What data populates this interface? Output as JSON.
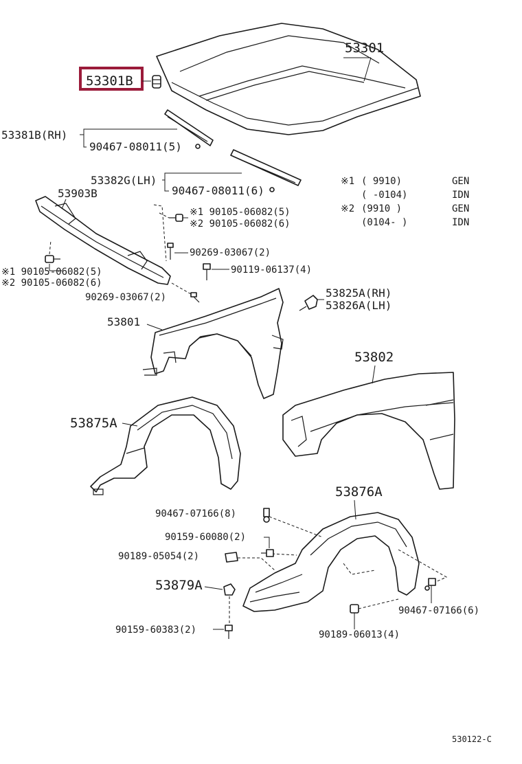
{
  "labels": {
    "hood": "53301",
    "hood_bumper": "53301B",
    "seal_rh": "53381B(RH)",
    "seal_rh_clip": "90467-08011(5)",
    "seal_lh": "53382G(LH)",
    "seal_lh_clip": "90467-08011(6)",
    "support": "53903B",
    "bolt_a1": "※1 90105-06082(5)",
    "bolt_a2": "※2 90105-06082(6)",
    "screw_a": "90269-03067(2)",
    "bolt_b": "90119-06137(4)",
    "bolt_c1": "※1 90105-06082(5)",
    "bolt_c2": "※2 90105-06082(6)",
    "screw_b": "90269-03067(2)",
    "bracket_rh": "53825A(RH)",
    "bracket_lh": "53826A(LH)",
    "fender_front": "53801",
    "fender_rear": "53802",
    "liner_a": "53875A",
    "liner_b": "53876A",
    "clip_a": "90467-07166(8)",
    "screw_c": "90159-60080(2)",
    "nut_a": "90189-05054(2)",
    "bracket_c": "53879A",
    "screw_d": "90159-60383(2)",
    "nut_b": "90189-06013(4)",
    "clip_b": "90467-07166(6)",
    "ref_code": "530122-C"
  },
  "notes": [
    {
      "mark": "※1",
      "range": "(      9910)",
      "code": "GEN"
    },
    {
      "mark": "",
      "range": "(      -0104)",
      "code": "IDN"
    },
    {
      "mark": "※2",
      "range": "(9910       )",
      "code": "GEN"
    },
    {
      "mark": "",
      "range": "(0104-     )",
      "code": "IDN"
    }
  ],
  "colors": {
    "highlight": "#9b1b3a",
    "ink": "#1a1a1a"
  }
}
